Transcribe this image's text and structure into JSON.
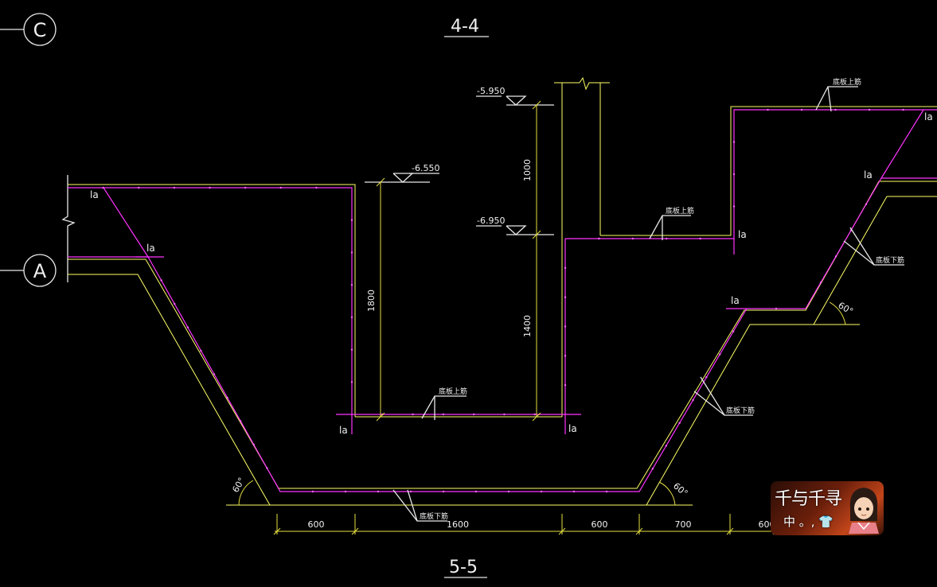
{
  "section_titles": {
    "top": "4-4",
    "bottom": "5-5"
  },
  "grid_axes": {
    "c": "C",
    "a": "A"
  },
  "elevations": {
    "e1": "-5.950",
    "e2": "-6.550",
    "e3": "-6.950"
  },
  "dims_vertical": {
    "d1000": "1000",
    "d1400": "1400",
    "d1800": "1800"
  },
  "dims_bottom": [
    "600",
    "1600",
    "600",
    "700",
    "600"
  ],
  "angles": {
    "a1": "60°",
    "a2": "60°",
    "a3": "60°"
  },
  "la_label": "la",
  "rebar_notes": {
    "top_right": "底板上筋",
    "mid_right": "底板上筋",
    "pit_bottom": "底板上筋",
    "right_slope_upper": "底板下筋",
    "right_slope_lower": "底板下筋",
    "bottom": "底板下筋"
  },
  "badge": {
    "title": "千与千寻",
    "subtitle": "中 。, 👕"
  },
  "colors": {
    "outline": "#ffff66",
    "rebar": "#ff33ff",
    "text": "#f0f0f0",
    "background": "#000000"
  }
}
